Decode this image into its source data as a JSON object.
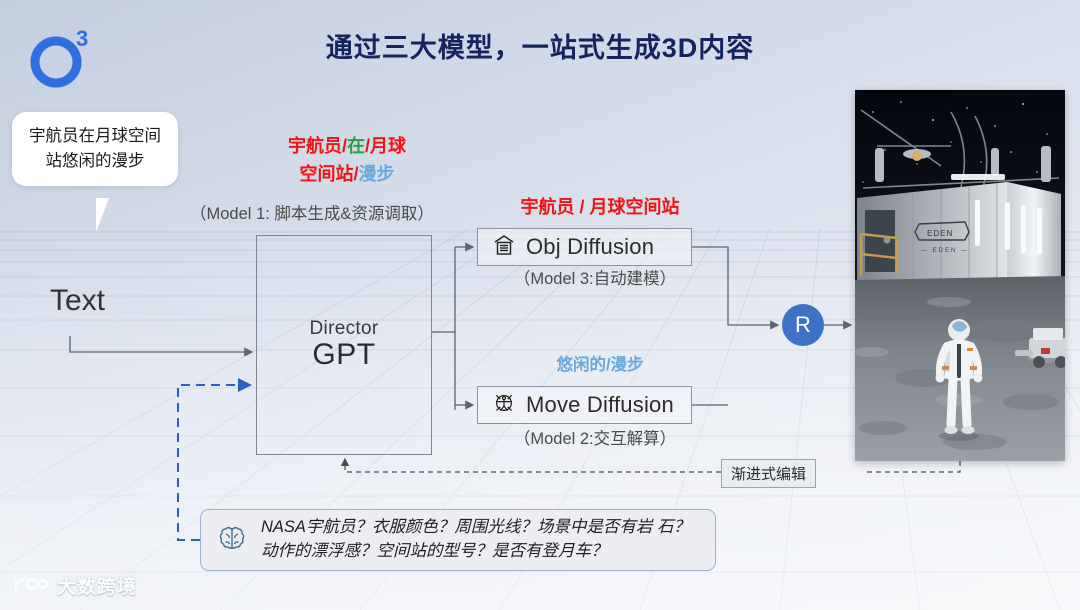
{
  "title": "通过三大模型，一站式生成3D内容",
  "logo": {
    "letter": "O",
    "sup": "3",
    "name": "o3-logo"
  },
  "bubble": {
    "text": "宇航员在月球空间站悠闲的漫步"
  },
  "input": {
    "label": "Text"
  },
  "prompt_parse": {
    "line1": [
      {
        "t": "宇航员",
        "c": "red"
      },
      {
        "t": "/",
        "c": "red"
      },
      {
        "t": "在",
        "c": "green"
      },
      {
        "t": "/",
        "c": "red"
      },
      {
        "t": "月球",
        "c": "red"
      }
    ],
    "line2": [
      {
        "t": "空间站",
        "c": "red"
      },
      {
        "t": "/",
        "c": "red"
      },
      {
        "t": "漫步",
        "c": "blue"
      }
    ],
    "full_text_line1": "宇航员/在/月球",
    "full_text_line2": "空间站/漫步"
  },
  "director": {
    "line1": "Director",
    "line2": "GPT",
    "caption": "（Model 1: 脚本生成&资源调取）"
  },
  "obj": {
    "parse": "宇航员 / 月球空间站",
    "label": "Obj Diffusion",
    "caption": "（Model 3:自动建模）",
    "icon": "building-icon"
  },
  "move": {
    "parse": "悠闲的/漫步",
    "label": "Move Diffusion",
    "caption": "（Model 2:交互解算）",
    "icon": "vitruvian-man-icon"
  },
  "render_node": {
    "label": "R"
  },
  "feedback": {
    "label": "渐进式编辑"
  },
  "brain": {
    "icon": "brain-icon",
    "line1": "NASA宇航员？衣服颜色？周围光线？场景中是否有岩",
    "line2": "石？动作的漂浮感？空间站的型号？是否有登月车？"
  },
  "watermark": {
    "text": "大数跨境",
    "mark": "100"
  },
  "render_image": {
    "alt": "月球基地宇航员渲染图",
    "module_label": "EDEN"
  },
  "colors": {
    "title": "#16245c",
    "accent_blue": "#3f72c4",
    "red": "#f01414",
    "green": "#2e9e4a",
    "light_blue": "#69a8dd",
    "box_border": "#8a93a1",
    "dashed_blue": "#2a5fc4"
  }
}
